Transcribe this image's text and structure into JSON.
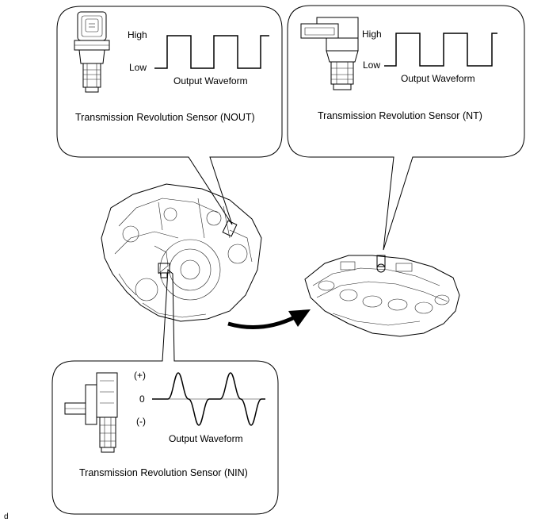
{
  "callouts": {
    "nout": {
      "high": "High",
      "low": "Low",
      "waveform_label": "Output Waveform",
      "caption": "Transmission Revolution Sensor (NOUT)"
    },
    "nt": {
      "high": "High",
      "low": "Low",
      "waveform_label": "Output Waveform",
      "caption": "Transmission Revolution Sensor (NT)"
    },
    "nin": {
      "plus": "(+)",
      "zero": "0",
      "minus": "(-)",
      "waveform_label": "Output Waveform",
      "caption": "Transmission Revolution Sensor (NIN)"
    }
  },
  "footer_mark": "d",
  "icons": [
    "nout-sensor-icon",
    "nt-sensor-icon",
    "nin-sensor-icon",
    "transmission-assembly-icon",
    "valve-body-icon",
    "arrow-icon"
  ]
}
